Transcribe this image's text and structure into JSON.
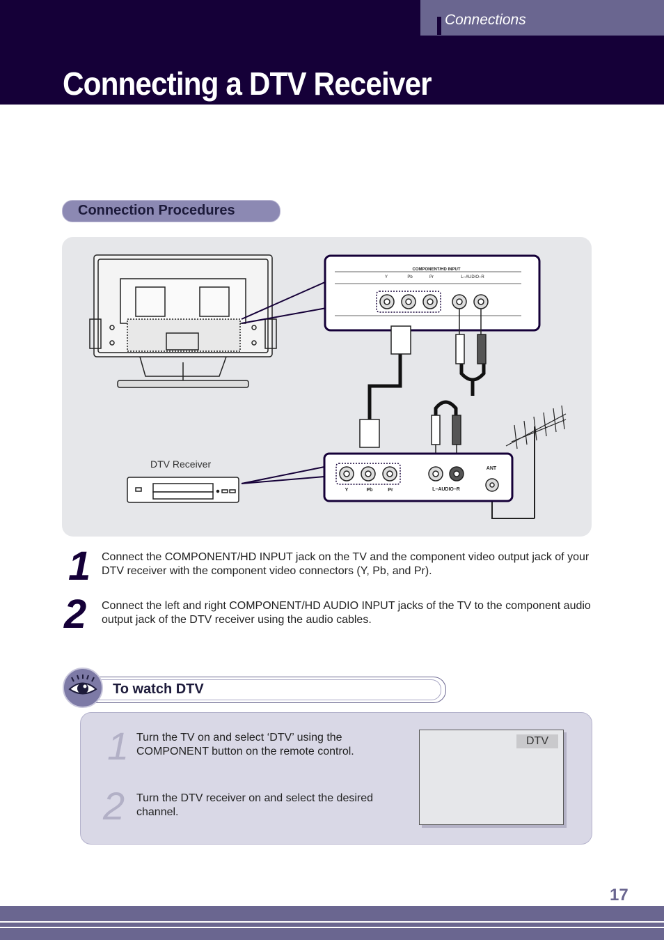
{
  "header": {
    "section": "Connections",
    "title": "Connecting a DTV Receiver"
  },
  "procedures": {
    "heading": "Connection Procedures",
    "diagram": {
      "tv_panel": {
        "title": "COMPONENT/HD INPUT",
        "jacks": [
          "Y",
          "Pb",
          "Pr"
        ],
        "audio": "L–AUDIO–R"
      },
      "receiver_panel": {
        "jacks": [
          "Y",
          "Pb",
          "Pr"
        ],
        "audio": "L–AUDIO–R",
        "ant": "ANT"
      },
      "receiver_label": "DTV Receiver"
    },
    "steps": [
      {
        "num": "1",
        "text": "Connect the COMPONENT/HD INPUT jack on the TV and the component video output jack of your DTV receiver with the component video connectors (Y, Pb, and Pr)."
      },
      {
        "num": "2",
        "text": "Connect the left and right COMPONENT/HD AUDIO INPUT jacks of the TV to the component audio output jack of the DTV receiver using the audio cables."
      }
    ]
  },
  "watch": {
    "heading": "To watch DTV",
    "icon": "eye-icon",
    "steps": [
      {
        "num": "1",
        "text": "Turn the TV on and select ‘DTV’ using the COMPONENT button on the remote control."
      },
      {
        "num": "2",
        "text": "Turn the DTV receiver on and select the desired channel."
      }
    ],
    "screen_label": "DTV"
  },
  "page_number": "17",
  "colors": {
    "header": "#150038",
    "accent": "#6a6690",
    "panel": "#e6e7ea",
    "watch_panel": "#d9d8e6"
  }
}
